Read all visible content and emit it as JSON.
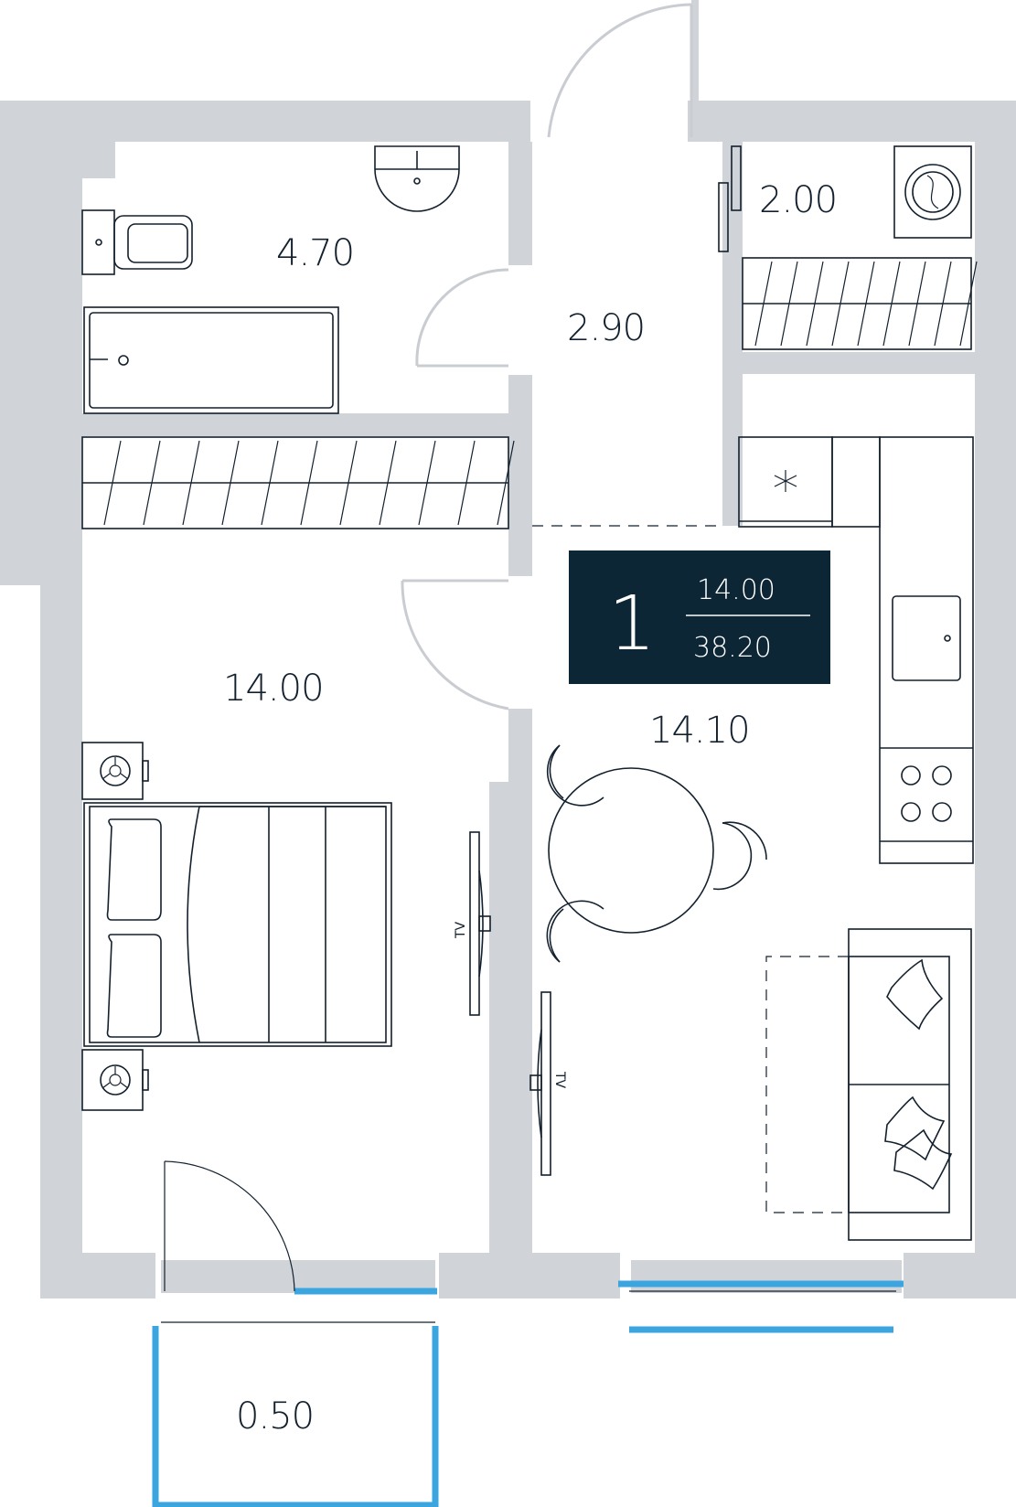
{
  "plan": {
    "badge": {
      "rooms": "1",
      "living_area": "14.00",
      "total_area": "38.20"
    },
    "rooms": {
      "bathroom": "4.70",
      "hallway": "2.90",
      "laundry": "2.00",
      "bedroom": "14.00",
      "kitchen_living": "14.10",
      "balcony": "0.50"
    },
    "tv_labels": [
      "TV",
      "TV"
    ],
    "colors": {
      "wall": "#d0d3d8",
      "line": "#13202e",
      "glass": "#3aa5df",
      "badge_bg": "#0d2636"
    }
  }
}
